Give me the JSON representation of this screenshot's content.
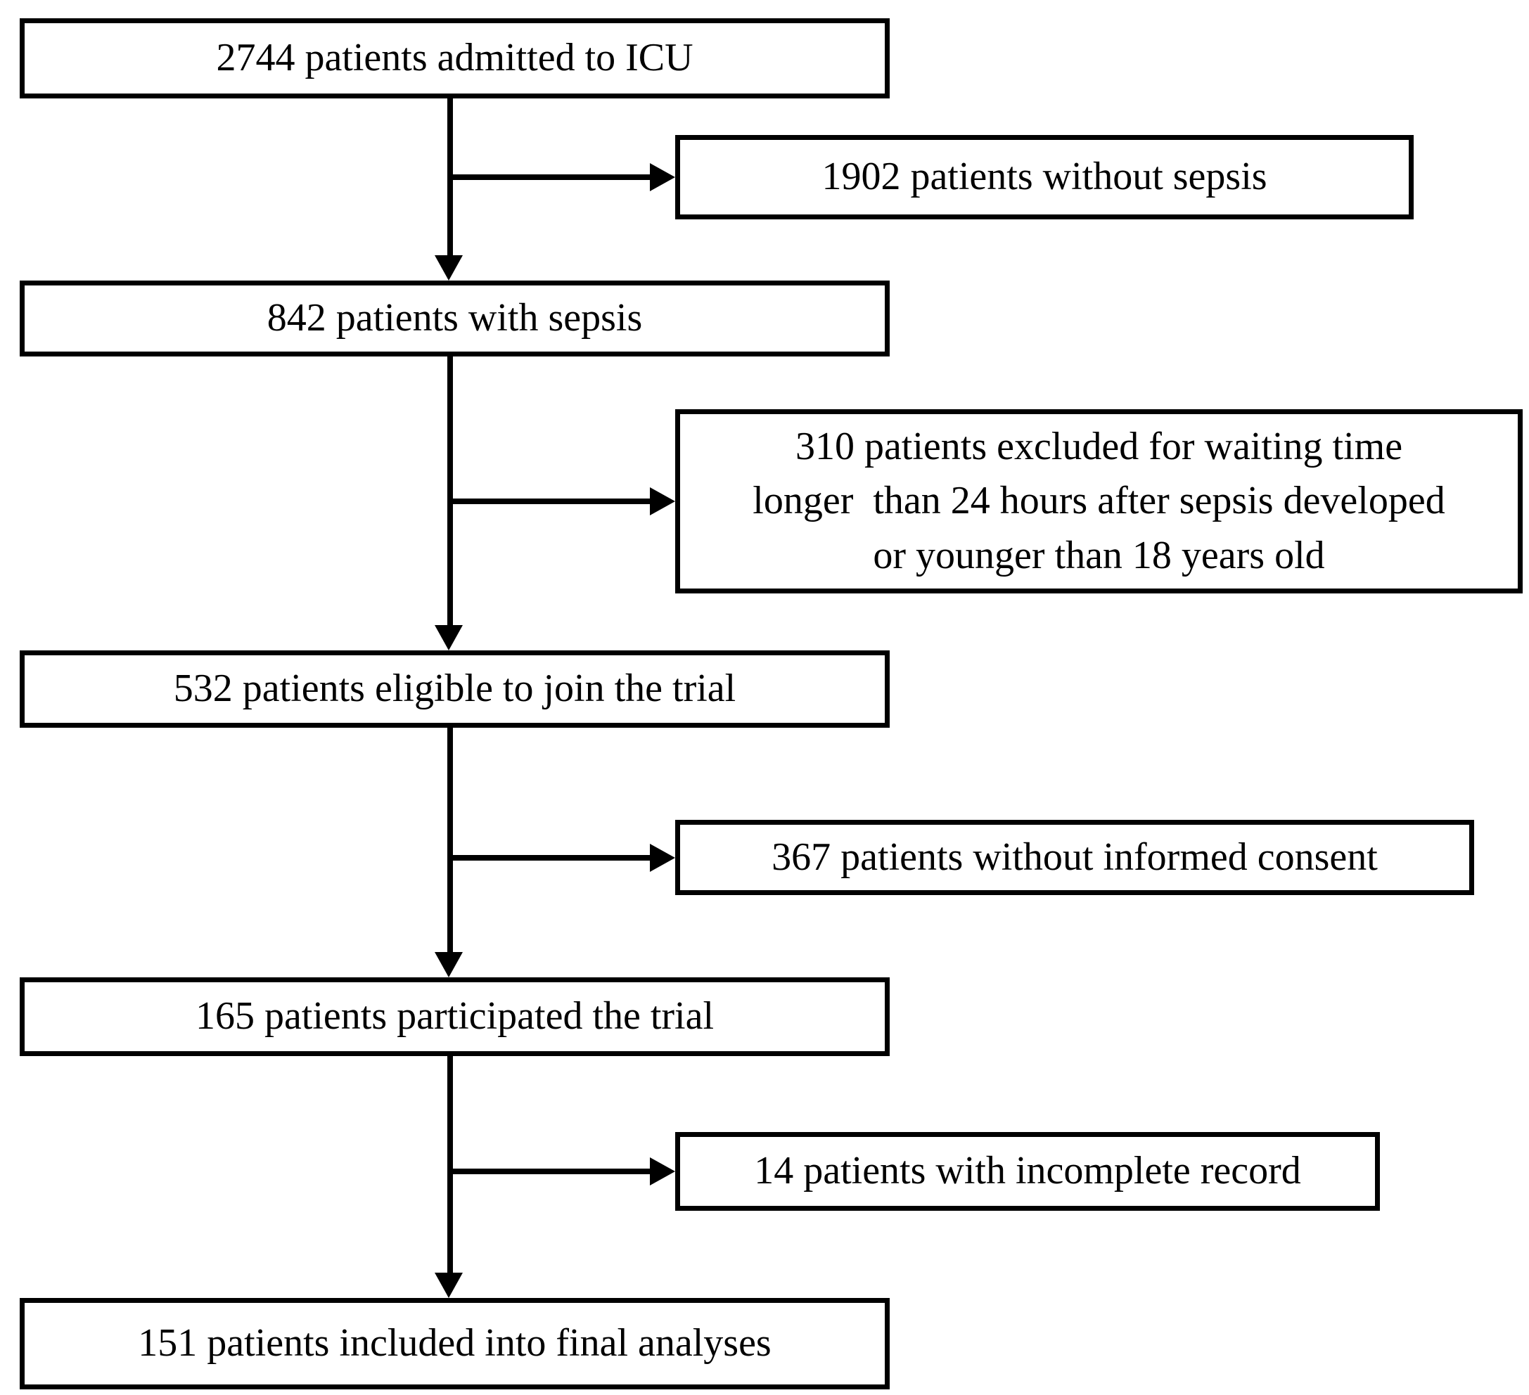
{
  "diagram": {
    "type": "flowchart",
    "main_flow": [
      {
        "label": "2744 patients admitted to ICU"
      },
      {
        "label": "842 patients with sepsis"
      },
      {
        "label": "532 patients eligible to join the trial"
      },
      {
        "label": "165 patients participated the trial"
      },
      {
        "label": "151 patients included into final analyses"
      }
    ],
    "exclusions": [
      {
        "lines": [
          "1902 patients without sepsis"
        ]
      },
      {
        "lines": [
          "310 patients excluded for waiting time",
          "longer  than 24 hours after sepsis developed",
          "or younger than 18 years old"
        ]
      },
      {
        "lines": [
          "367 patients without informed consent"
        ]
      },
      {
        "lines": [
          "14 patients with incomplete record"
        ]
      }
    ],
    "colors": {
      "line": "#000000",
      "box_border": "#000000",
      "text": "#000000",
      "background": "#ffffff"
    }
  }
}
